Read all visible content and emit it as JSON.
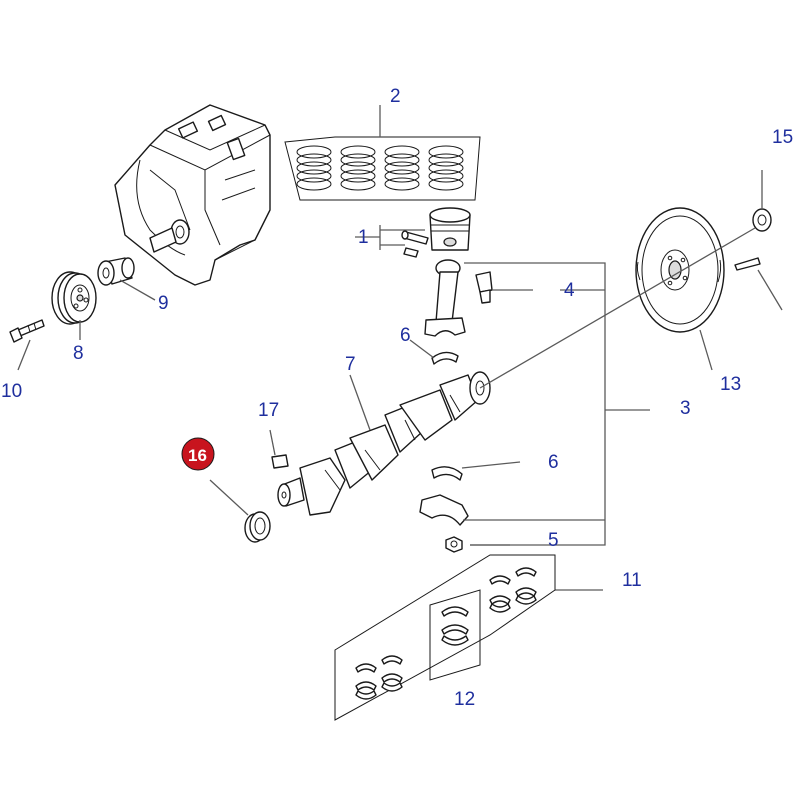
{
  "diagram": {
    "callouts": [
      {
        "id": "1",
        "label": "1"
      },
      {
        "id": "2",
        "label": "2"
      },
      {
        "id": "3",
        "label": "3"
      },
      {
        "id": "4",
        "label": "4"
      },
      {
        "id": "5",
        "label": "5"
      },
      {
        "id": "6a",
        "label": "6"
      },
      {
        "id": "6b",
        "label": "6"
      },
      {
        "id": "7",
        "label": "7"
      },
      {
        "id": "8",
        "label": "8"
      },
      {
        "id": "9",
        "label": "9"
      },
      {
        "id": "10",
        "label": "10"
      },
      {
        "id": "11",
        "label": "11"
      },
      {
        "id": "12",
        "label": "12"
      },
      {
        "id": "13",
        "label": "13"
      },
      {
        "id": "15",
        "label": "15"
      },
      {
        "id": "16",
        "label": "16"
      },
      {
        "id": "17",
        "label": "17"
      }
    ],
    "highlighted_callout": "16",
    "colors": {
      "callout_text": "#1f2f9e",
      "highlight_fill": "#c8141e",
      "line": "#1a1a1a",
      "leader": "#5a5a5a"
    }
  }
}
